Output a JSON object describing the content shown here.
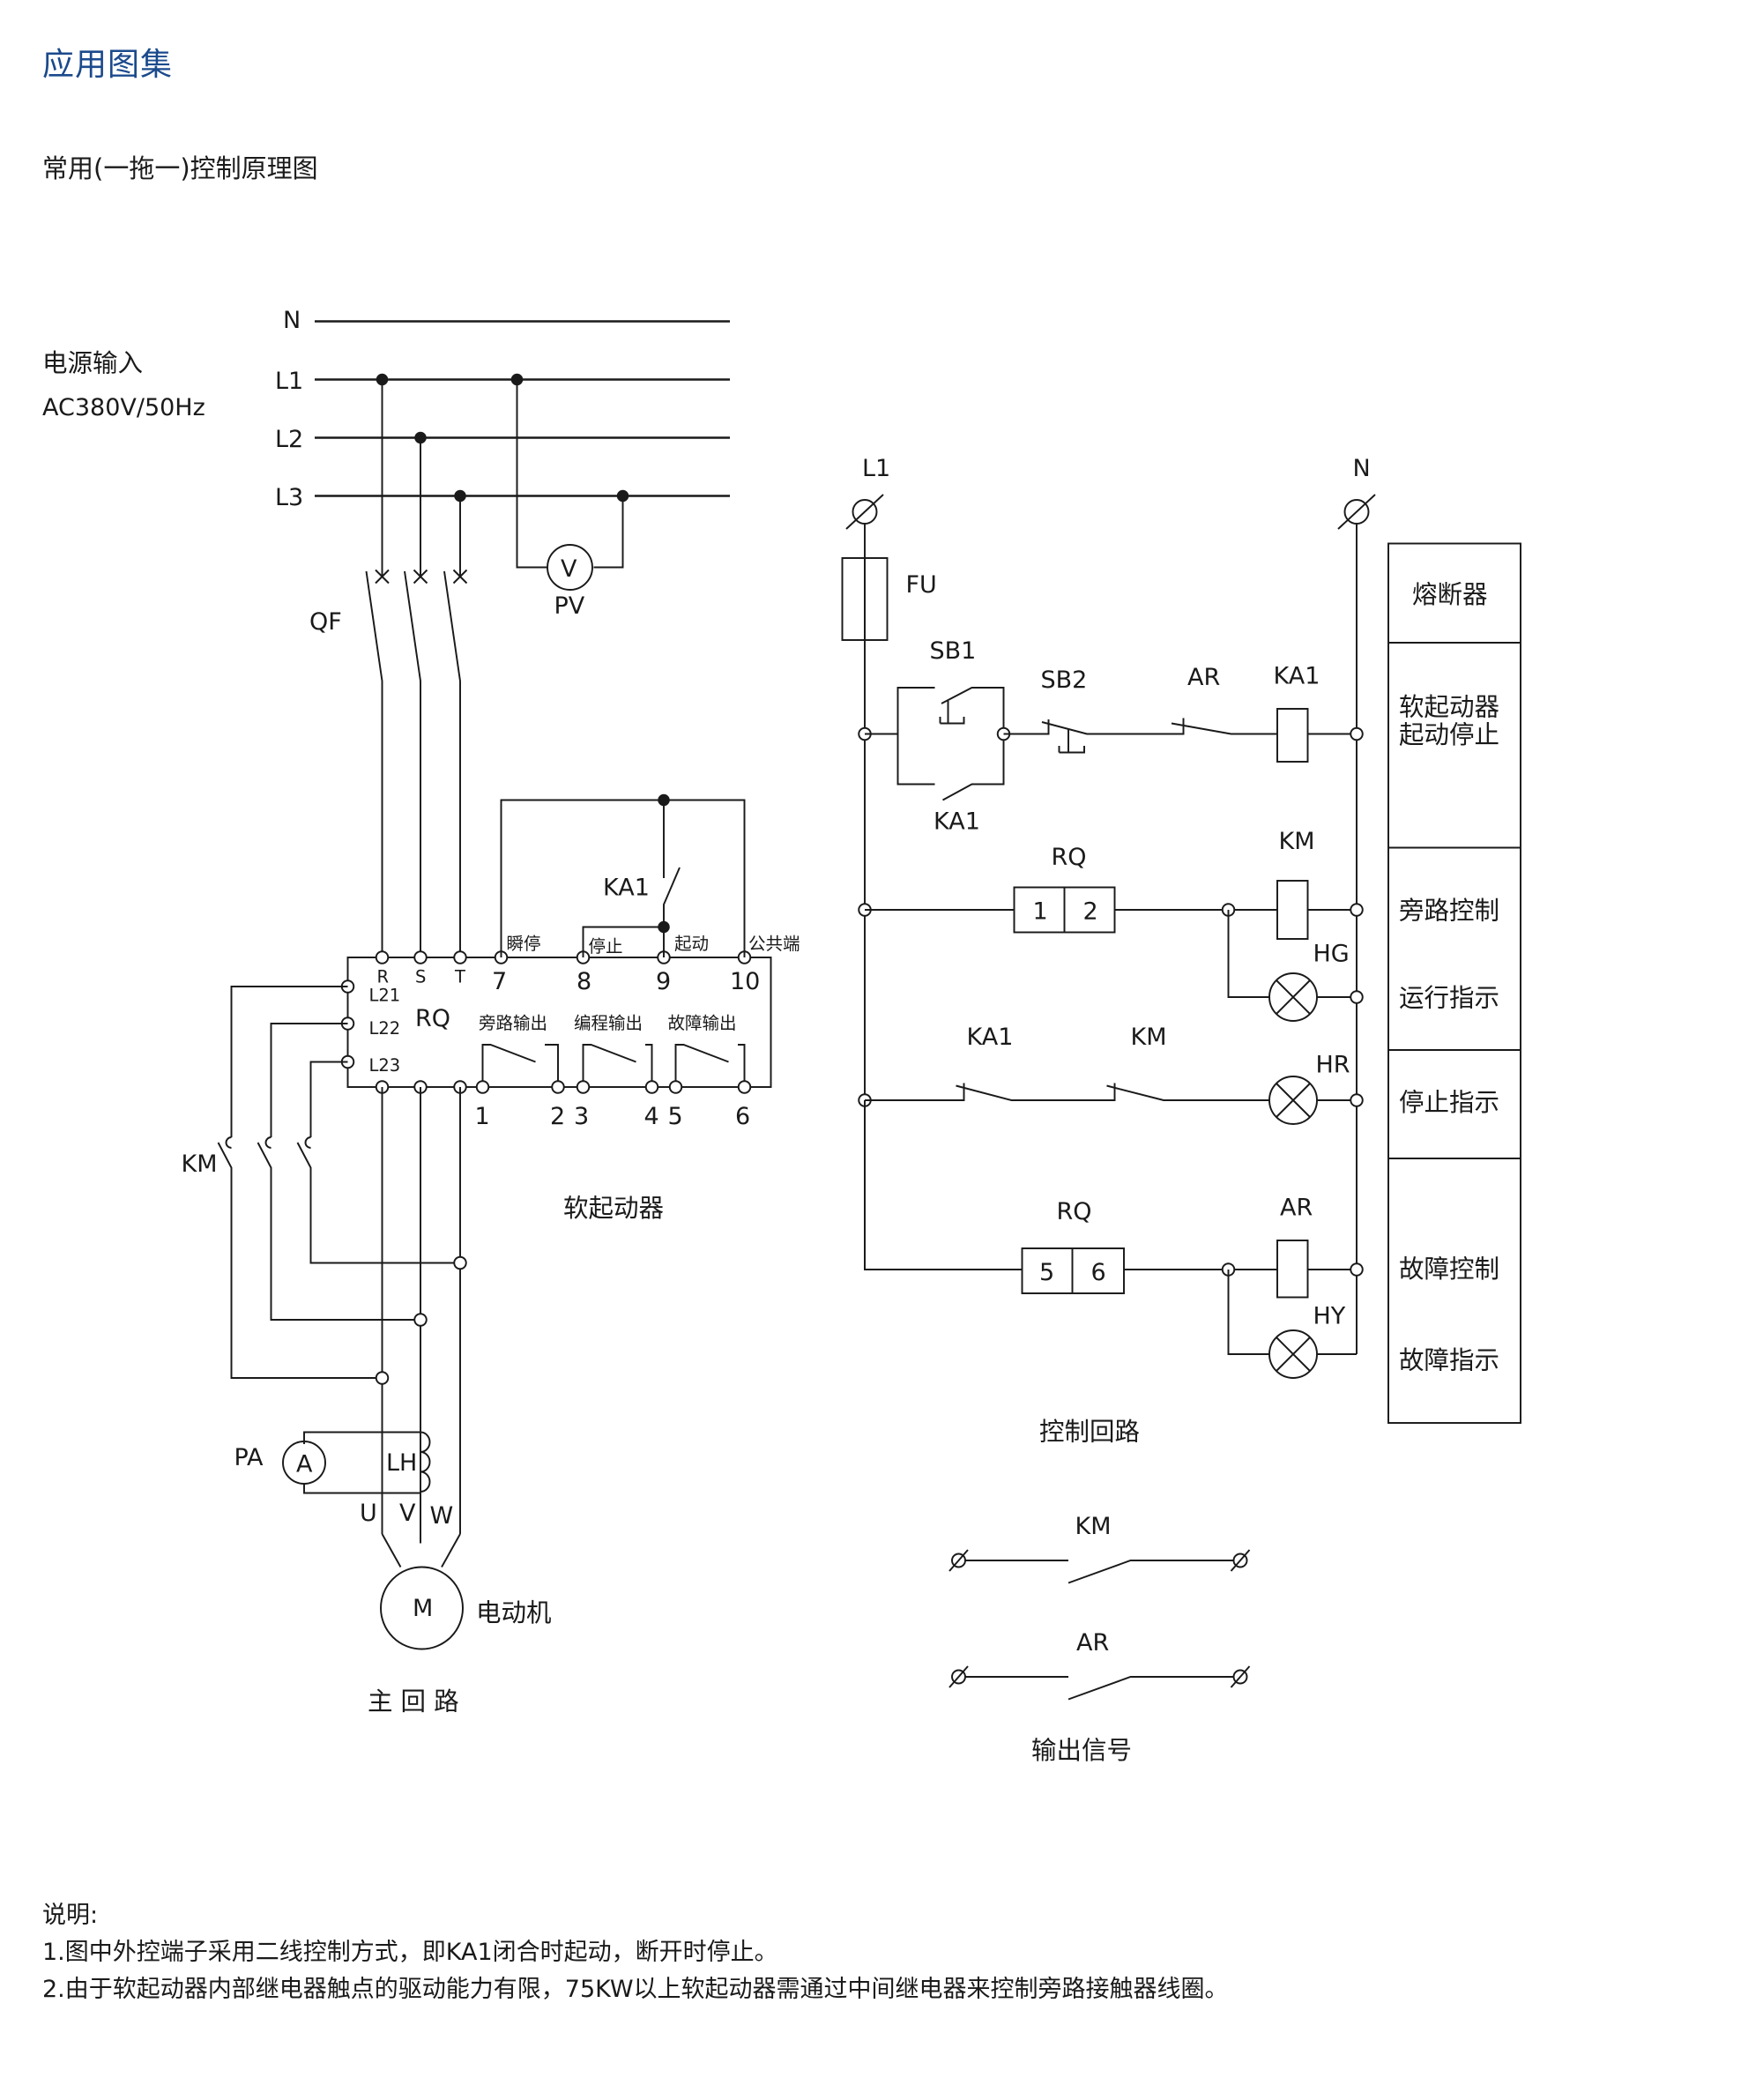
{
  "header": {
    "title": "应用图集",
    "subtitle": "常用(一拖一)控制原理图",
    "title_color": "#1b4a8c"
  },
  "power_input": {
    "label": "电源输入",
    "spec": "AC380V/50Hz",
    "lines": [
      "N",
      "L1",
      "L2",
      "L3"
    ]
  },
  "main_circuit": {
    "breaker": "QF",
    "voltmeter": {
      "symbol": "V",
      "label": "PV"
    },
    "soft_starter": {
      "name": "RQ",
      "caption": "软起动器",
      "input_terminals": [
        "R",
        "S",
        "T"
      ],
      "control_terminals": [
        {
          "num": "7",
          "function": "瞬停"
        },
        {
          "num": "8",
          "function": "停止"
        },
        {
          "num": "9",
          "function": "起动"
        },
        {
          "num": "10",
          "function": "公共端"
        }
      ],
      "bypass_terminals": [
        "L21",
        "L22",
        "L23"
      ],
      "relay_outputs": [
        {
          "name": "旁路输出",
          "terminals": [
            "1",
            "2"
          ]
        },
        {
          "name": "编程输出",
          "terminals": [
            "3",
            "4"
          ]
        },
        {
          "name": "故障输出",
          "terminals": [
            "5",
            "6"
          ]
        }
      ]
    },
    "control_contact": "KA1",
    "bypass_contactor": "KM",
    "ammeter": {
      "symbol": "A",
      "label": "PA"
    },
    "current_transformer": "LH",
    "motor_phases": [
      "U",
      "V",
      "W"
    ],
    "motor": {
      "symbol": "M",
      "label": "电动机"
    },
    "caption": "主 回 路"
  },
  "control_circuit": {
    "supply": [
      "L1",
      "N"
    ],
    "fuse": "FU",
    "components": {
      "sb1": "SB1",
      "sb2": "SB2",
      "ar_contact": "AR",
      "ka1_coil": "KA1",
      "ka1_hold": "KA1",
      "rq_12": {
        "name": "RQ",
        "pins": [
          "1",
          "2"
        ]
      },
      "km_coil": "KM",
      "hg_lamp": "HG",
      "ka1_stop": "KA1",
      "km_stop": "KM",
      "hr_lamp": "HR",
      "rq_56": {
        "name": "RQ",
        "pins": [
          "5",
          "6"
        ]
      },
      "ar_coil": "AR",
      "hy_lamp": "HY"
    },
    "legend": [
      {
        "lines": [
          "熔断器"
        ]
      },
      {
        "lines": [
          "软起动器",
          "起动停止"
        ]
      },
      {
        "lines": [
          "旁路控制",
          "运行指示"
        ]
      },
      {
        "lines": [
          "停止指示"
        ]
      },
      {
        "lines": [
          "故障控制",
          "故障指示"
        ]
      }
    ],
    "caption": "控制回路"
  },
  "output_signals": {
    "contacts": [
      "KM",
      "AR"
    ],
    "caption": "输出信号"
  },
  "notes": {
    "heading": "说明:",
    "items": [
      "1.图中外控端子采用二线控制方式，即KA1闭合时起动，断开时停止。",
      "2.由于软起动器内部继电器触点的驱动能力有限，75KW以上软起动器需通过中间继电器来控制旁路接触器线圈。"
    ]
  }
}
